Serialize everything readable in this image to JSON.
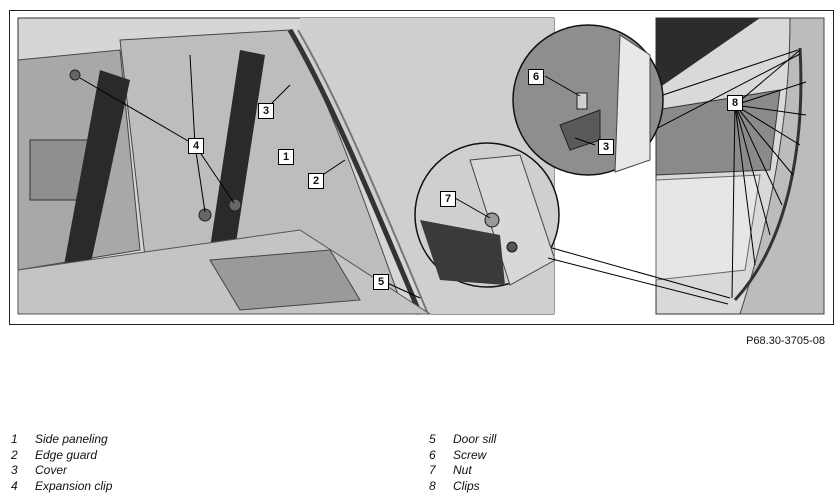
{
  "figure_id": "P68.30-3705-08",
  "callouts": {
    "c1": "1",
    "c2": "2",
    "c3a": "3",
    "c3b": "3",
    "c4": "4",
    "c5": "5",
    "c6": "6",
    "c7": "7",
    "c8": "8"
  },
  "legend": {
    "left": [
      {
        "num": "1",
        "label": "Side paneling"
      },
      {
        "num": "2",
        "label": "Edge guard"
      },
      {
        "num": "3",
        "label": "Cover"
      },
      {
        "num": "4",
        "label": "Expansion clip"
      }
    ],
    "right": [
      {
        "num": "5",
        "label": "Door sill"
      },
      {
        "num": "6",
        "label": "Screw"
      },
      {
        "num": "7",
        "label": "Nut"
      },
      {
        "num": "8",
        "label": "Clips"
      }
    ]
  }
}
